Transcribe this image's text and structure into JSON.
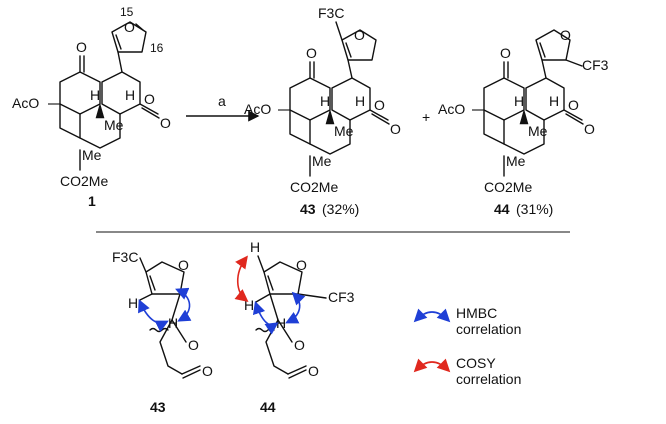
{
  "scheme": {
    "reagent_label": "a",
    "plus_sign": "+",
    "compound_1": {
      "number": "1",
      "locant_15": "15",
      "locant_16": "16"
    },
    "compound_43": {
      "number": "43",
      "yield": "(32%)"
    },
    "compound_44": {
      "number": "44",
      "yield": "(31%)"
    },
    "atom_labels": {
      "oac": "AcO",
      "ester": "CO2Me",
      "me": "Me",
      "h": "H",
      "o": "O",
      "cf3_left": "F3C",
      "cf3_right": "CF3"
    }
  },
  "correlations": {
    "compound_43_label": "43",
    "compound_44_label": "44",
    "legend": [
      {
        "type": "HMBC",
        "line1": "HMBC",
        "line2": "correlation",
        "color": "#1f3fd6"
      },
      {
        "type": "COSY",
        "line1": "COSY",
        "line2": "correlation",
        "color": "#e0281e"
      }
    ]
  }
}
